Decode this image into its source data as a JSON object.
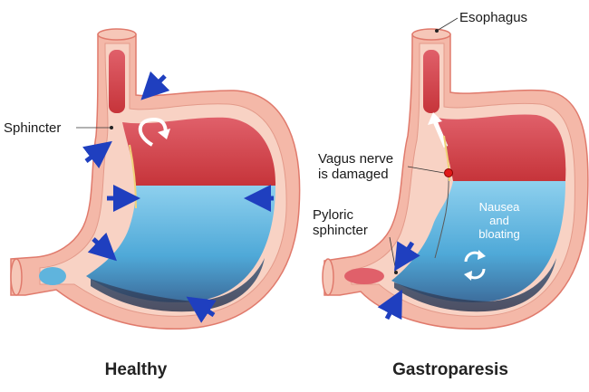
{
  "panels": [
    {
      "title": "Healthy"
    },
    {
      "title": "Gastroparesis"
    }
  ],
  "labels": {
    "sphincter": "Sphincter",
    "esophagus": "Esophagus",
    "vagus_line1": "Vagus nerve",
    "vagus_line2": "is damaged",
    "pyloric_line1": "Pyloric",
    "pyloric_line2": "sphincter",
    "symptom_line1": "Nausea",
    "symptom_line2": "and",
    "symptom_line3": "bloating"
  },
  "colors": {
    "outer_wall": "#f4b8a8",
    "wall_line": "#e07a6c",
    "inner_wall": "#f8d2c4",
    "cavity_red": "#d94a4a",
    "fluid_blue": "#5fb4dd",
    "fluid_dark": "#3f4a66",
    "arrow_blue": "#1f3fbf",
    "nerve_dot": "#e01a1a"
  },
  "icons": [
    "contraction-arrow-icon",
    "return-flow-arrow-icon",
    "recycle-arrows-icon"
  ]
}
